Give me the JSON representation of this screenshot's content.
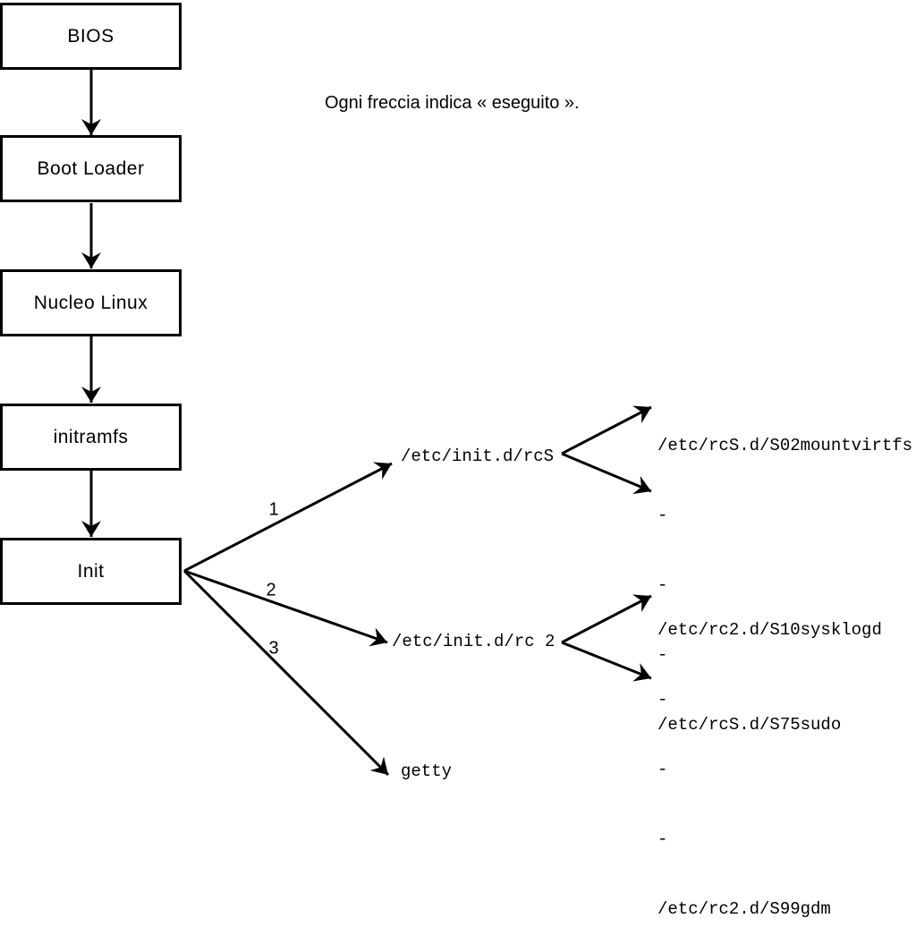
{
  "caption": "Ogni freccia indica « eseguito ».",
  "flow": {
    "boxes": [
      {
        "label": "BIOS"
      },
      {
        "label": "Boot Loader"
      },
      {
        "label": "Nucleo Linux"
      },
      {
        "label": "initramfs"
      },
      {
        "label": "Init"
      }
    ]
  },
  "init_children": [
    {
      "order": "1",
      "label": "/etc/init.d/rcS",
      "scripts": [
        "/etc/rcS.d/S02mountvirtfs",
        "-",
        "-",
        "-",
        "/etc/rcS.d/S75sudo"
      ]
    },
    {
      "order": "2",
      "label": "/etc/init.d/rc 2",
      "scripts": [
        "/etc/rc2.d/S10sysklogd",
        "-",
        "-",
        "-",
        "/etc/rc2.d/S99gdm"
      ]
    },
    {
      "order": "3",
      "label": "getty",
      "scripts": []
    }
  ],
  "colors": {
    "ink": "#000000",
    "background": "#ffffff",
    "box_fill": "#ffffff"
  }
}
